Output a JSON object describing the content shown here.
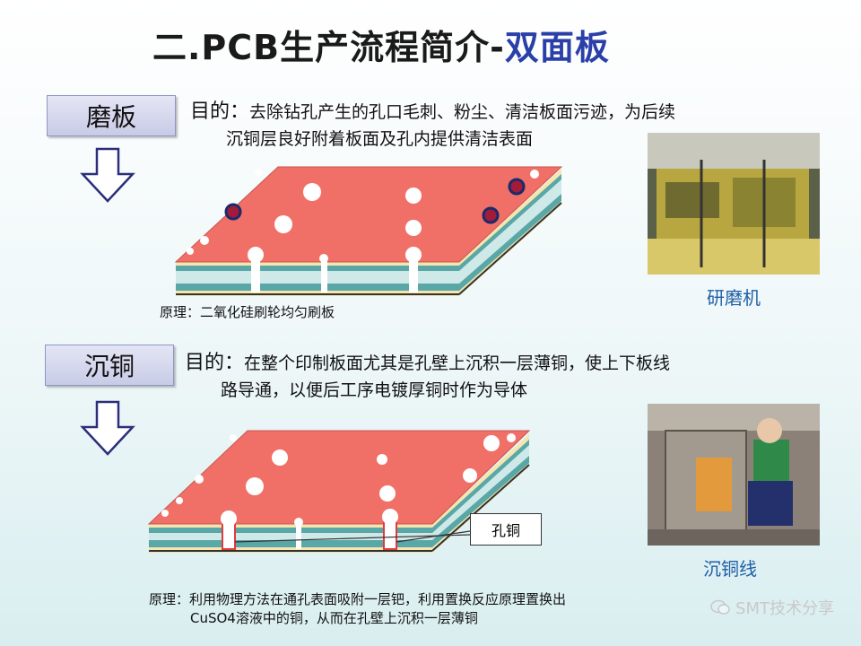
{
  "title": {
    "prefix": "二.PCB生产流程简介-",
    "accent": "双面板"
  },
  "steps": [
    {
      "name": "磨板",
      "purpose_label": "目的：",
      "purpose_line1": "去除钻孔产生的孔口毛刺、粉尘、清洁板面污迹，为后续",
      "purpose_line2": "沉铜层良好附着板面及孔内提供清洁表面",
      "principle_line1": "原理：二氧化硅刷轮均匀刷板",
      "photo_caption": "研磨机"
    },
    {
      "name": "沉铜",
      "purpose_label": "目的：",
      "purpose_line1": "在整个印制板面尤其是孔壁上沉积一层薄铜，使上下板线",
      "purpose_line2": "路导通，以便后工序电镀厚铜时作为导体",
      "principle_line1": "原理：利用物理方法在通孔表面吸附一层钯，利用置换反应原理置换出",
      "principle_line2": "CuSO4溶液中的铜，从而在孔壁上沉积一层薄铜",
      "callout": "孔铜",
      "photo_caption": "沉铜线"
    }
  ],
  "watermark": "SMT技术分享",
  "colors": {
    "board_top": "#f07068",
    "board_side": "#5aa7a8",
    "title_accent": "#2b3fa8",
    "caption": "#1f5fa6"
  }
}
